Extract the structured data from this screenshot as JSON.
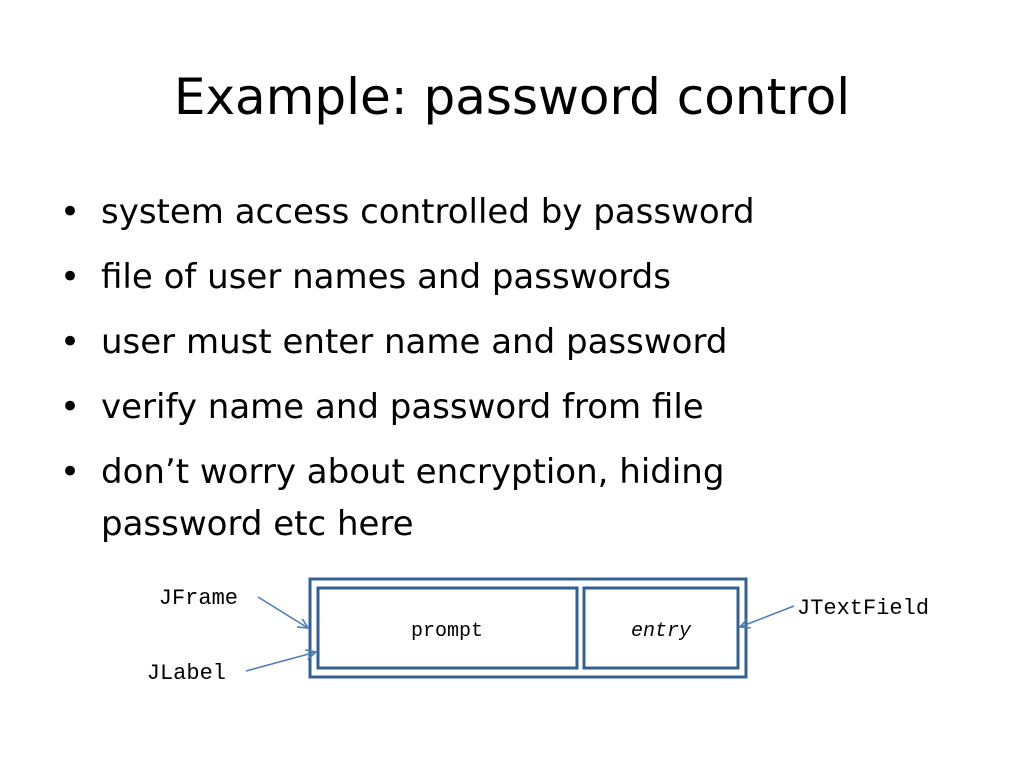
{
  "slide": {
    "title": "Example: password control",
    "bullet_symbol": "•",
    "bullets": [
      "system access controlled by password",
      "file of user names and passwords",
      "user must enter name and password",
      "verify name and password from file",
      "don’t worry about encryption, hiding password etc here"
    ]
  },
  "diagram": {
    "labels": {
      "frame": "JFrame",
      "label": "JLabel",
      "text_field": "JTextField"
    },
    "boxes": {
      "prompt": "prompt",
      "entry": "entry"
    },
    "colors": {
      "frame_border": "#365f91",
      "arrow": "#4a7ebb"
    }
  }
}
